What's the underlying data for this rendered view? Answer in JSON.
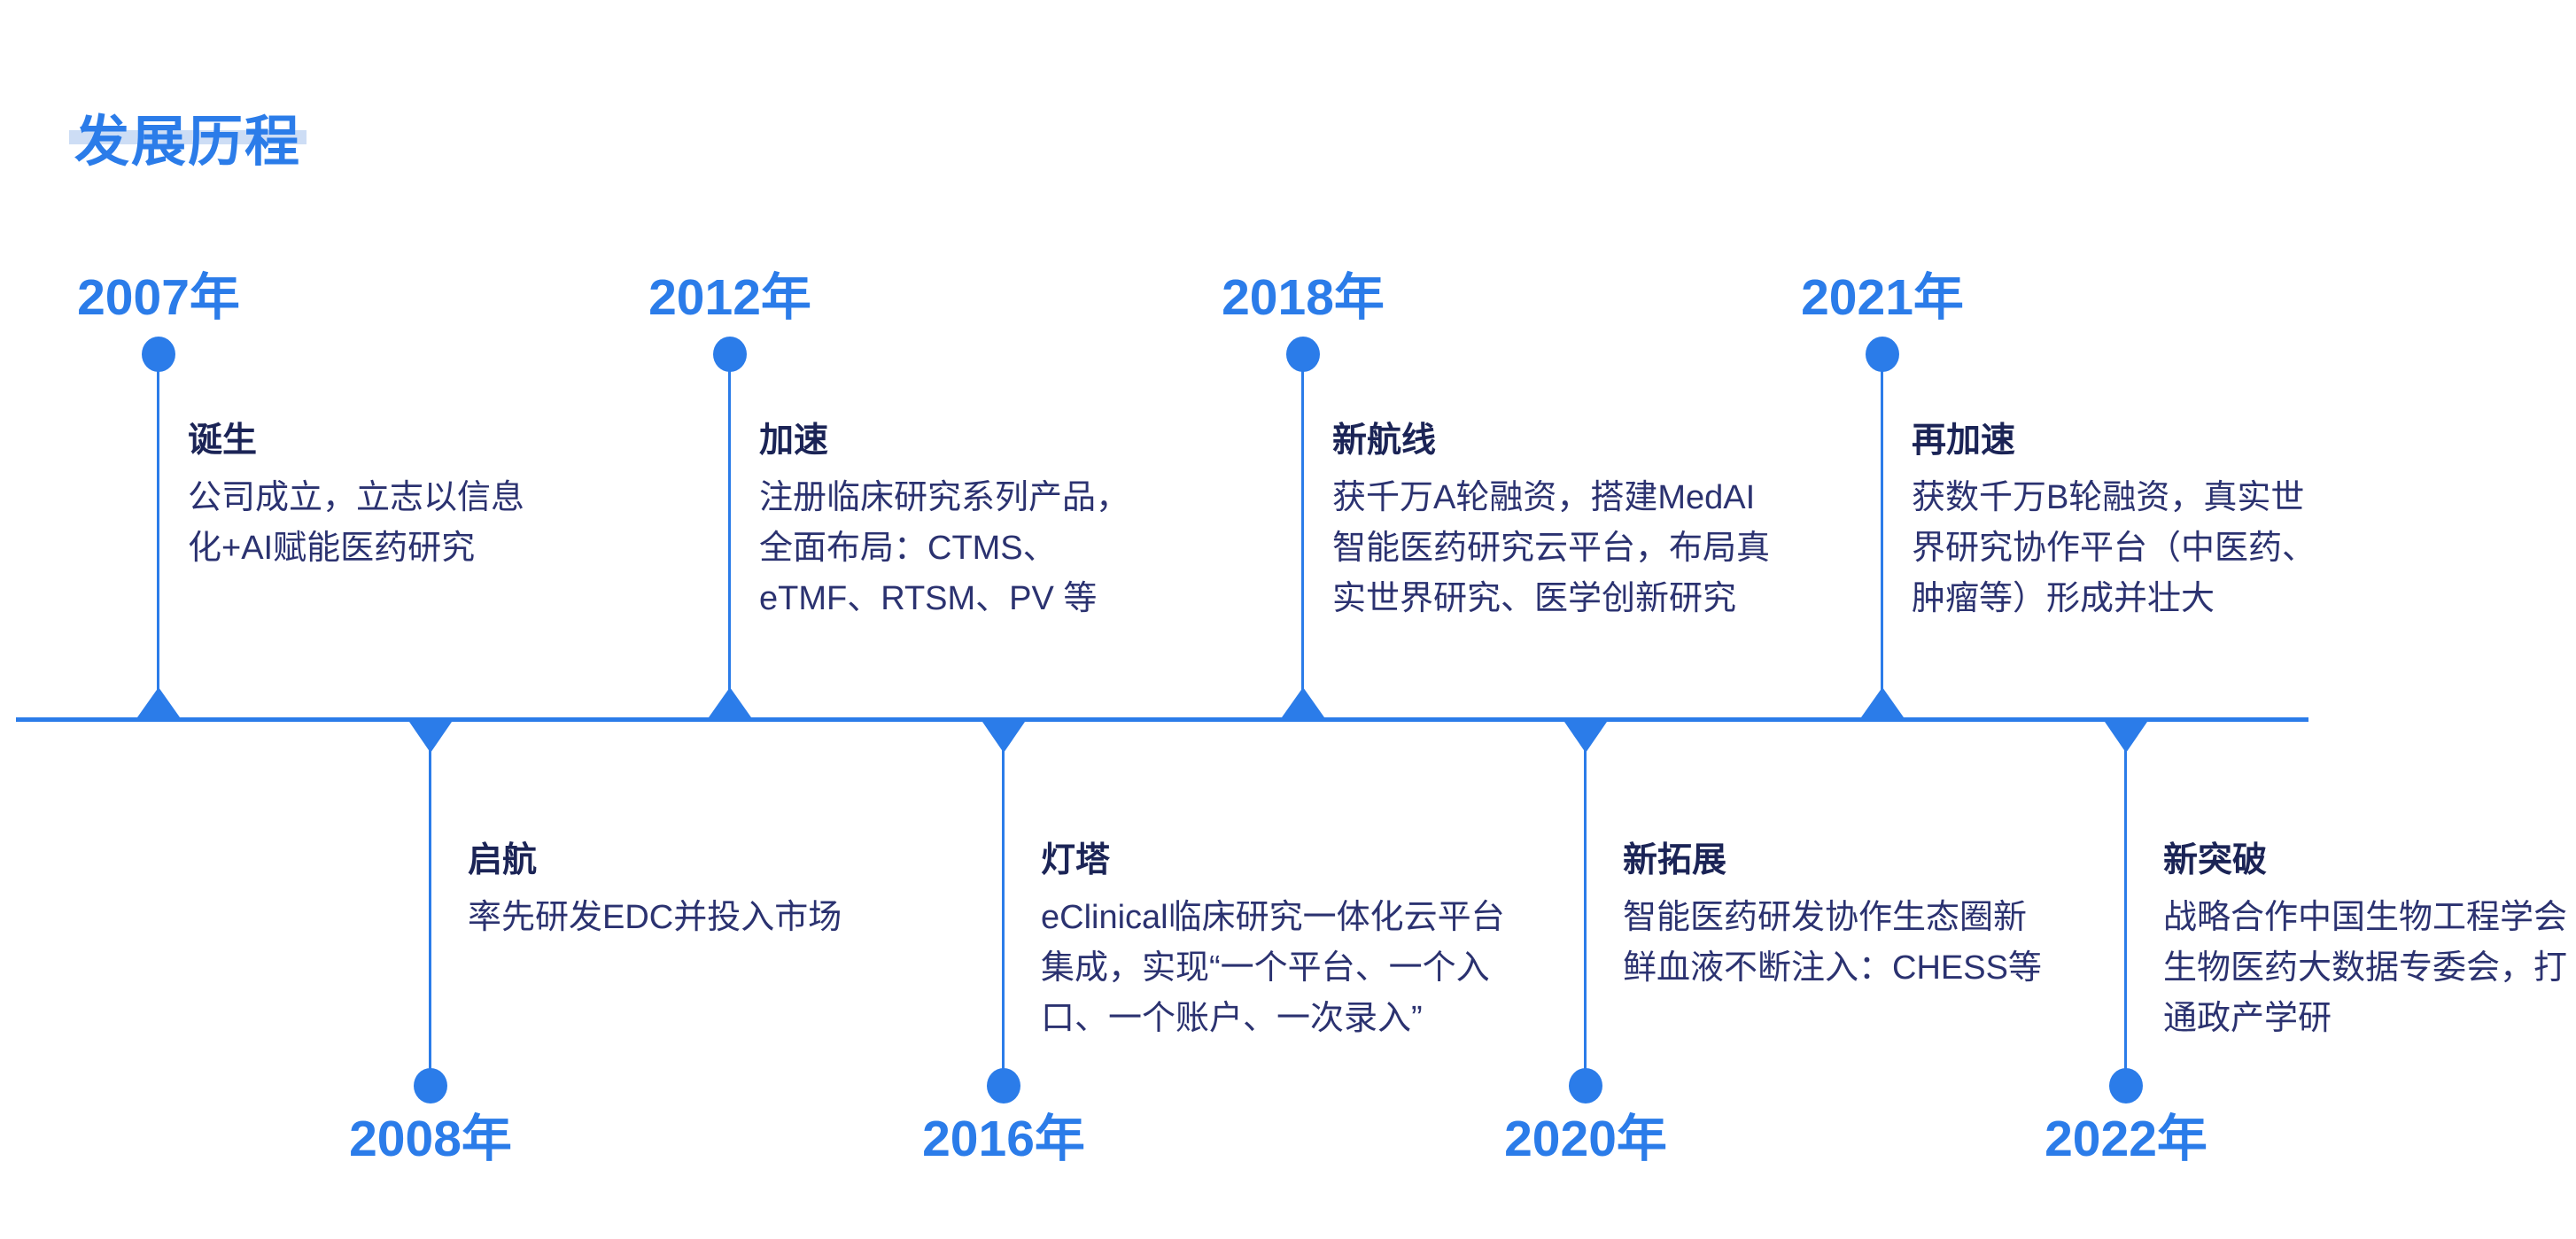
{
  "page": {
    "title": "发展历程"
  },
  "colors": {
    "accent_blue": "#2b7ce9",
    "title_underline": "#cdddf5",
    "body_text": "#2b3270",
    "heading_text": "#1b2456"
  },
  "timeline": {
    "top_events": [
      {
        "year": "2007年",
        "heading": "诞生",
        "body": "公司成立，立志以信息\n化+AI赋能医药研究"
      },
      {
        "year": "2012年",
        "heading": "加速",
        "body": "注册临床研究系列产品，\n全面布局：CTMS、\neTMF、RTSM、PV 等"
      },
      {
        "year": "2018年",
        "heading": "新航线",
        "body": "获千万A轮融资，搭建MedAI\n智能医药研究云平台，布局真\n实世界研究、医学创新研究"
      },
      {
        "year": "2021年",
        "heading": "再加速",
        "body": "获数千万B轮融资，真实世\n界研究协作平台（中医药、\n肿瘤等）形成并壮大"
      }
    ],
    "bottom_events": [
      {
        "year": "2008年",
        "heading": "启航",
        "body": "率先研发EDC并投入市场"
      },
      {
        "year": "2016年",
        "heading": "灯塔",
        "body": "eClinical临床研究一体化云平台\n集成，实现“一个平台、一个入\n口、一个账户、一次录入”"
      },
      {
        "year": "2020年",
        "heading": "新拓展",
        "body": "智能医药研发协作生态圈新\n鲜血液不断注入：CHESS等"
      },
      {
        "year": "2022年",
        "heading": "新突破",
        "body": "战略合作中国生物工程学会\n生物医药大数据专委会，打\n通政产学研"
      }
    ]
  }
}
